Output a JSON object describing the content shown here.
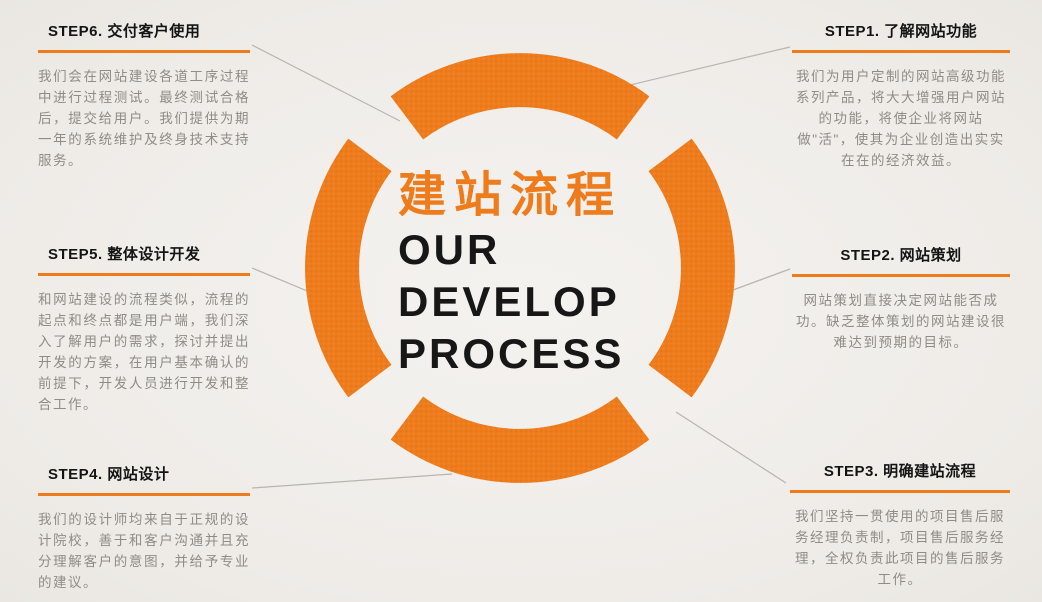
{
  "canvas": {
    "background": "#f1eeea",
    "accent": "#ee7c1c",
    "connector_color": "#b8b4ae",
    "body_text_color": "#8f8b85"
  },
  "center": {
    "title_cn": "建站流程",
    "en_lines": [
      "OUR",
      "DEVELOP",
      "PROCESS"
    ]
  },
  "steps": [
    {
      "key": "step1",
      "title": "STEP1. 了解网站功能",
      "body": "我们为用户定制的网站高级功能系列产品，将大大增强用户网站的功能，将使企业将网站做\"活\"，使其为企业创造出实实在在的经济效益。"
    },
    {
      "key": "step2",
      "title": "STEP2. 网站策划",
      "body": "网站策划直接决定网站能否成功。缺乏整体策划的网站建设很难达到预期的目标。"
    },
    {
      "key": "step3",
      "title": "STEP3. 明确建站流程",
      "body": "我们坚持一贯使用的项目售后服务经理负责制，项目售后服务经理，全权负责此项目的售后服务工作。"
    },
    {
      "key": "step4",
      "title": "STEP4. 网站设计",
      "body": "我们的设计师均来自于正规的设计院校，善于和客户沟通并且充分理解客户的意图，并给予专业的建议。"
    },
    {
      "key": "step5",
      "title": "STEP5. 整体设计开发",
      "body": "和网站建设的流程类似，流程的起点和终点都是用户端，我们深入了解用户的需求，探讨并提出开发的方案，在用户基本确认的前提下，开发人员进行开发和整合工作。"
    },
    {
      "key": "step6",
      "title": "STEP6. 交付客户使用",
      "body": "我们会在网站建设各道工序过程中进行过程测试。最终测试合格后，提交给用户。我们提供为期一年的系统维护及终身技术支持服务。"
    }
  ]
}
